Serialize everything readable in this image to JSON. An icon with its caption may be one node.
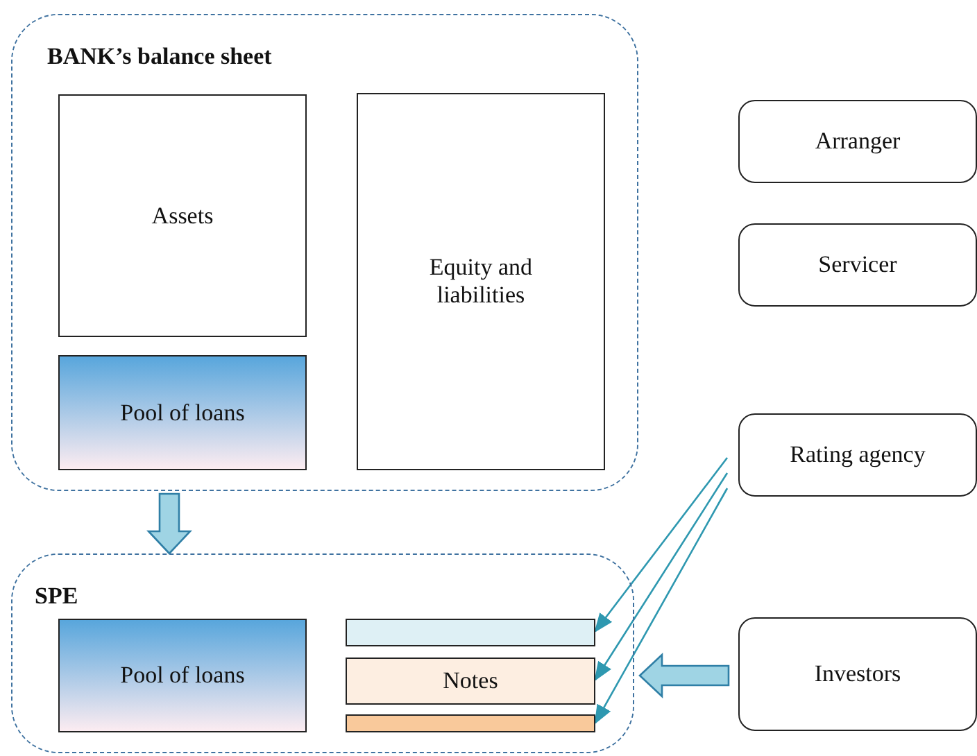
{
  "diagram": {
    "nodes": [
      {
        "text": [
          "BANK’s balance sheet"
        ]
      },
      {
        "text": [
          "Assets"
        ],
        "in": 0
      },
      {
        "text": [
          "Pool of loans"
        ],
        "in": 0
      },
      {
        "text": [
          "Equity and liabilities"
        ],
        "in": 0
      },
      {
        "text": [
          "Arranger"
        ]
      },
      {
        "text": [
          "Servicer"
        ]
      },
      {
        "text": [
          "Rating agency"
        ]
      },
      {
        "text": [
          "SPE"
        ]
      },
      {
        "text": [
          "Pool of loans"
        ],
        "in": 7
      },
      {
        "text": [],
        "shape": "bar",
        "in": 7
      },
      {
        "text": [
          "Notes"
        ],
        "in": 7
      },
      {
        "text": [],
        "shape": "bar",
        "in": 7
      },
      {
        "text": [
          "Investors"
        ]
      }
    ],
    "edges": [
      {
        "from": 0,
        "to": 7,
        "arrow": "to",
        "style": "thick",
        "color": "#9fd4e4"
      },
      {
        "from": 6,
        "to": 9,
        "arrow": "to"
      },
      {
        "from": 6,
        "to": 10,
        "arrow": "to"
      },
      {
        "from": 6,
        "to": 11,
        "arrow": "to"
      },
      {
        "from": 12,
        "to": 10,
        "arrow": "to",
        "style": "thick",
        "color": "#9fd4e4"
      }
    ]
  }
}
